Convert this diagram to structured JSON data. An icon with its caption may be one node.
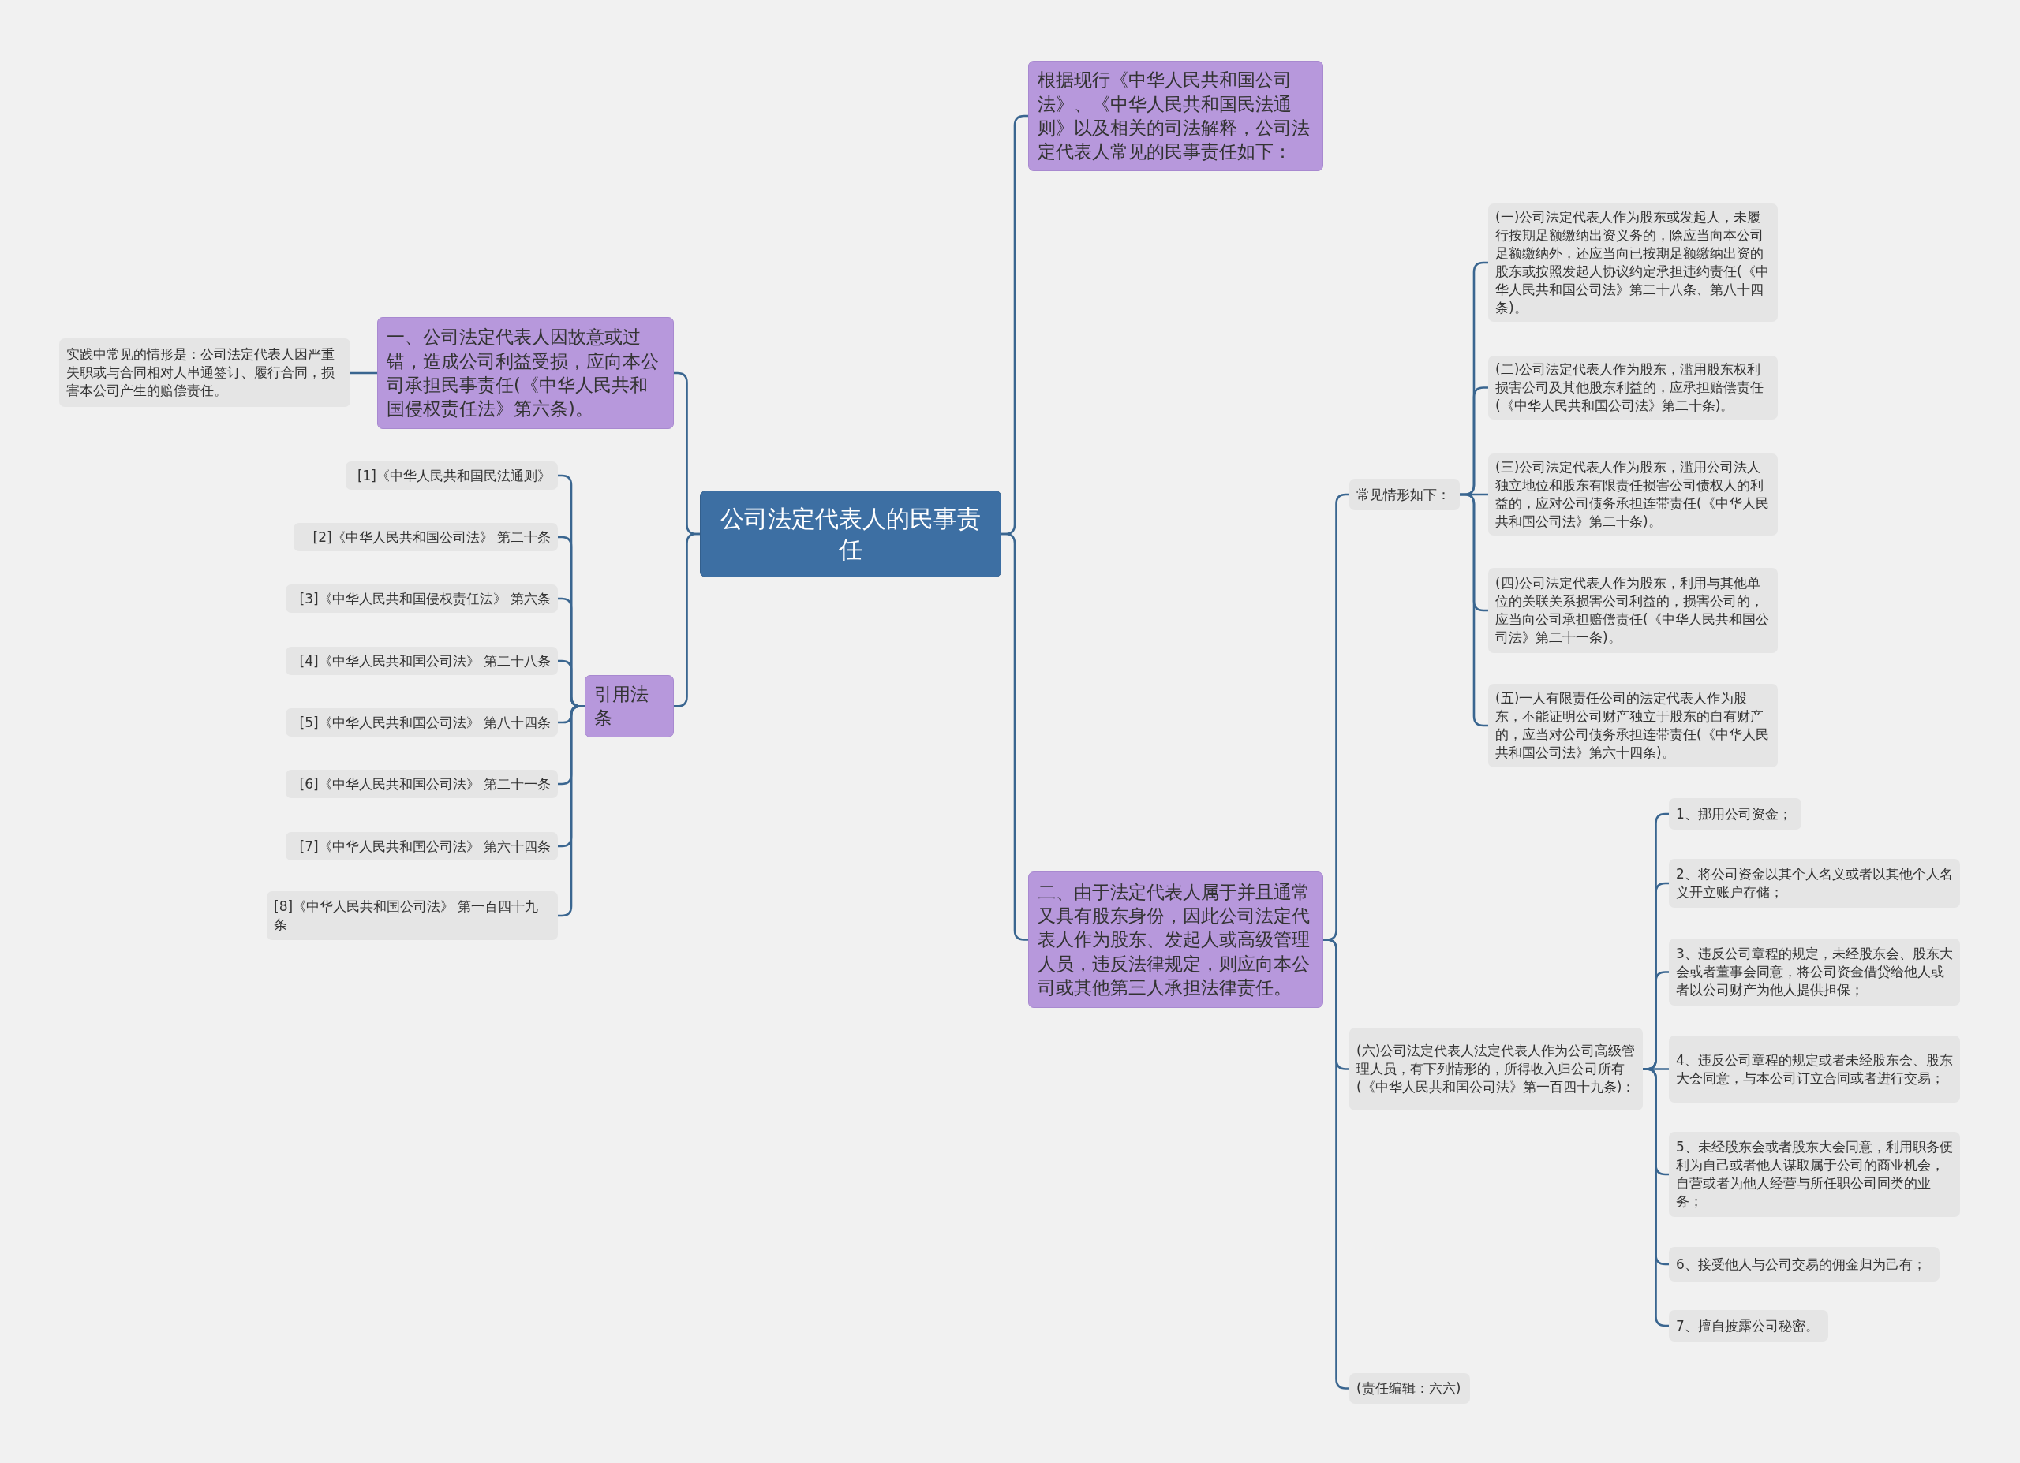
{
  "diagram": {
    "nodes": [
      {
        "text": [
          "公司法定代表人的民事责任"
        ]
      },
      {
        "text": [
          "一、公司法定代表人因故意或过错，造成公司利益受损，应向本公司承担民事责任(《中华人民共和国侵权责任法》第六条)。"
        ]
      },
      {
        "text": [
          "实践中常见的情形是：公司法定代表人因严重失职或与合同相对人串通签订、履行合同，损害本公司产生的赔偿责任。"
        ]
      },
      {
        "text": [
          "引用法条"
        ]
      },
      {
        "text": [
          "[1]《中华人民共和国民法通则》"
        ]
      },
      {
        "text": [
          "[2]《中华人民共和国公司法》 第二十条"
        ]
      },
      {
        "text": [
          "[3]《中华人民共和国侵权责任法》 第六条"
        ]
      },
      {
        "text": [
          "[4]《中华人民共和国公司法》 第二十八条"
        ]
      },
      {
        "text": [
          "[5]《中华人民共和国公司法》 第八十四条"
        ]
      },
      {
        "text": [
          "[6]《中华人民共和国公司法》 第二十一条"
        ]
      },
      {
        "text": [
          "[7]《中华人民共和国公司法》 第六十四条"
        ]
      },
      {
        "text": [
          "[8]《中华人民共和国公司法》 第一百四十九条"
        ]
      },
      {
        "text": [
          "根据现行《中华人民共和国公司法》、《中华人民共和国民法通则》以及相关的司法解释，公司法定代表人常见的民事责任如下："
        ]
      },
      {
        "text": [
          "二、由于法定代表人属于并且通常又具有股东身份，因此公司法定代表人作为股东、发起人或高级管理人员，违反法律规定，则应向本公司或其他第三人承担法律责任。"
        ]
      },
      {
        "text": [
          "常见情形如下："
        ]
      },
      {
        "text": [
          "(一)公司法定代表人作为股东或发起人，未履行按期足额缴纳出资义务的，除应当向本公司足额缴纳外，还应当向已按期足额缴纳出资的股东或按照发起人协议约定承担违约责任(《中华人民共和国公司法》第二十八条、第八十四条)。"
        ]
      },
      {
        "text": [
          "(二)公司法定代表人作为股东，滥用股东权利损害公司及其他股东利益的，应承担赔偿责任(《中华人民共和国公司法》第二十条)。"
        ]
      },
      {
        "text": [
          "(三)公司法定代表人作为股东，滥用公司法人独立地位和股东有限责任损害公司债权人的利益的，应对公司债务承担连带责任(《中华人民共和国公司法》第二十条)。"
        ]
      },
      {
        "text": [
          "(四)公司法定代表人作为股东，利用与其他单位的关联关系损害公司利益的，损害公司的，应当向公司承担赔偿责任(《中华人民共和国公司法》第二十一条)。"
        ]
      },
      {
        "text": [
          "(五)一人有限责任公司的法定代表人作为股东，不能证明公司财产独立于股东的自有财产的，应当对公司债务承担连带责任(《中华人民共和国公司法》第六十四条)。"
        ]
      },
      {
        "text": [
          "(六)公司法定代表人法定代表人作为公司高级管理人员，有下列情形的，所得收入归公司所有(《中华人民共和国公司法》第一百四十九条)："
        ]
      },
      {
        "text": [
          "1、挪用公司资金；"
        ]
      },
      {
        "text": [
          "2、将公司资金以其个人名义或者以其他个人名义开立账户存储；"
        ]
      },
      {
        "text": [
          "3、违反公司章程的规定，未经股东会、股东大会或者董事会同意，将公司资金借贷给他人或者以公司财产为他人提供担保；"
        ]
      },
      {
        "text": [
          "4、违反公司章程的规定或者未经股东会、股东大会同意，与本公司订立合同或者进行交易；"
        ]
      },
      {
        "text": [
          "5、未经股东会或者股东大会同意，利用职务便利为自己或者他人谋取属于公司的商业机会，自营或者为他人经营与所任职公司同类的业务；"
        ]
      },
      {
        "text": [
          "6、接受他人与公司交易的佣金归为己有；"
        ]
      },
      {
        "text": [
          "7、擅自披露公司秘密。"
        ]
      },
      {
        "text": [
          "(责任编辑：六六)"
        ]
      }
    ],
    "edges": [
      {
        "from": 0,
        "to": 1,
        "arrow": "none"
      },
      {
        "from": 1,
        "to": 2,
        "arrow": "none"
      },
      {
        "from": 0,
        "to": 3,
        "arrow": "none"
      },
      {
        "from": 3,
        "to": 4,
        "arrow": "none"
      },
      {
        "from": 3,
        "to": 5,
        "arrow": "none"
      },
      {
        "from": 3,
        "to": 6,
        "arrow": "none"
      },
      {
        "from": 3,
        "to": 7,
        "arrow": "none"
      },
      {
        "from": 3,
        "to": 8,
        "arrow": "none"
      },
      {
        "from": 3,
        "to": 9,
        "arrow": "none"
      },
      {
        "from": 3,
        "to": 10,
        "arrow": "none"
      },
      {
        "from": 3,
        "to": 11,
        "arrow": "none"
      },
      {
        "from": 0,
        "to": 12,
        "arrow": "none"
      },
      {
        "from": 0,
        "to": 13,
        "arrow": "none"
      },
      {
        "from": 13,
        "to": 14,
        "arrow": "none"
      },
      {
        "from": 14,
        "to": 15,
        "arrow": "none"
      },
      {
        "from": 14,
        "to": 16,
        "arrow": "none"
      },
      {
        "from": 14,
        "to": 17,
        "arrow": "none"
      },
      {
        "from": 14,
        "to": 18,
        "arrow": "none"
      },
      {
        "from": 14,
        "to": 19,
        "arrow": "none"
      },
      {
        "from": 13,
        "to": 20,
        "arrow": "none"
      },
      {
        "from": 20,
        "to": 21,
        "arrow": "none"
      },
      {
        "from": 20,
        "to": 22,
        "arrow": "none"
      },
      {
        "from": 20,
        "to": 23,
        "arrow": "none"
      },
      {
        "from": 20,
        "to": 24,
        "arrow": "none"
      },
      {
        "from": 20,
        "to": 25,
        "arrow": "none"
      },
      {
        "from": 20,
        "to": 26,
        "arrow": "none"
      },
      {
        "from": 20,
        "to": 27,
        "arrow": "none"
      },
      {
        "from": 13,
        "to": 28,
        "arrow": "none"
      }
    ]
  }
}
